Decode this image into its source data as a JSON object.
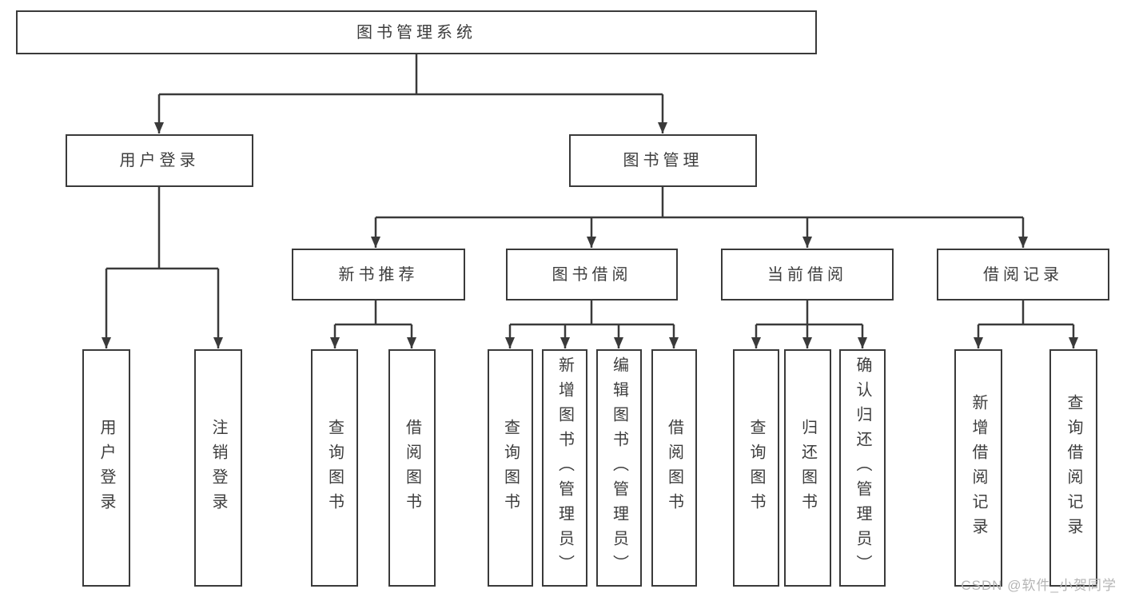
{
  "diagram": {
    "root": "图书管理系统",
    "branches": [
      {
        "label": "用户登录",
        "children": [
          {
            "label": "用户登录"
          },
          {
            "label": "注销登录"
          }
        ]
      },
      {
        "label": "图书管理",
        "children": [
          {
            "label": "新书推荐",
            "children": [
              {
                "label": "查询图书"
              },
              {
                "label": "借阅图书"
              }
            ]
          },
          {
            "label": "图书借阅",
            "children": [
              {
                "label": "查询图书"
              },
              {
                "label": "新增图书（管理员）"
              },
              {
                "label": "编辑图书（管理员）"
              },
              {
                "label": "借阅图书"
              }
            ]
          },
          {
            "label": "当前借阅",
            "children": [
              {
                "label": "查询图书"
              },
              {
                "label": "归还图书"
              },
              {
                "label": "确认归还（管理员）"
              }
            ]
          },
          {
            "label": "借阅记录",
            "children": [
              {
                "label": "新增借阅记录"
              },
              {
                "label": "查询借阅记录"
              }
            ]
          }
        ]
      }
    ]
  },
  "watermark": {
    "text": "CSDN @软件_小贺同学"
  },
  "colors": {
    "line": "#3a3a3a",
    "text": "#3d3d3d",
    "background": "#ffffff",
    "watermark": "#b5b5b5"
  }
}
